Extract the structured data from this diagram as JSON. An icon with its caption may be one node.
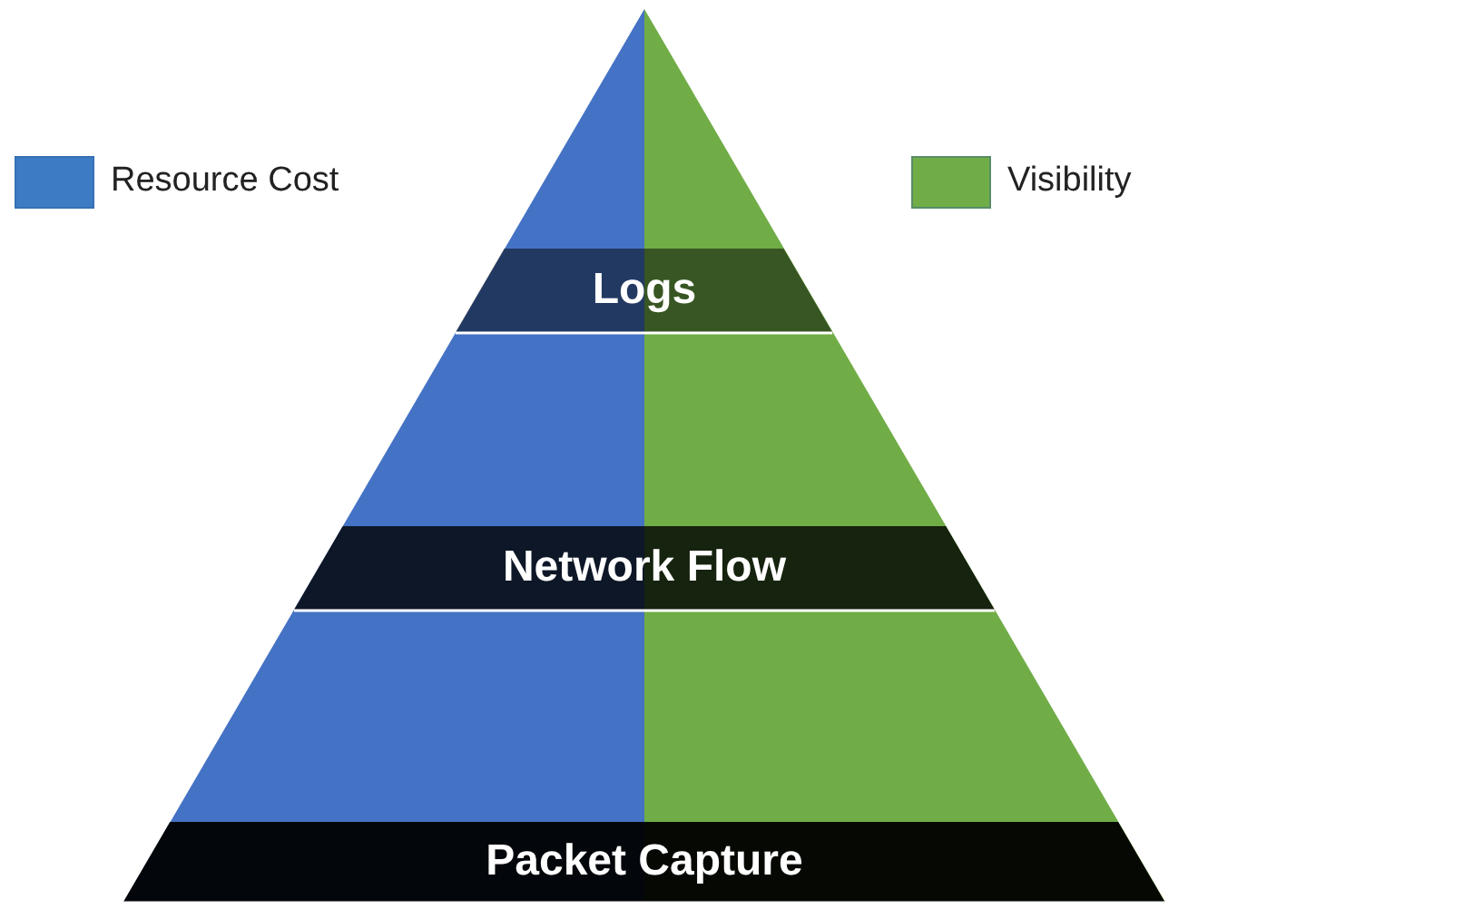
{
  "diagram": {
    "nodes": [
      {
        "text": [
          "Logs"
        ]
      },
      {
        "text": [
          "Network Flow"
        ]
      },
      {
        "text": [
          "Packet Capture"
        ]
      }
    ],
    "legend": [
      {
        "text": "Resource Cost",
        "color": "#3d7cc4"
      },
      {
        "text": "Visibility",
        "color": "#70ad47"
      }
    ]
  }
}
